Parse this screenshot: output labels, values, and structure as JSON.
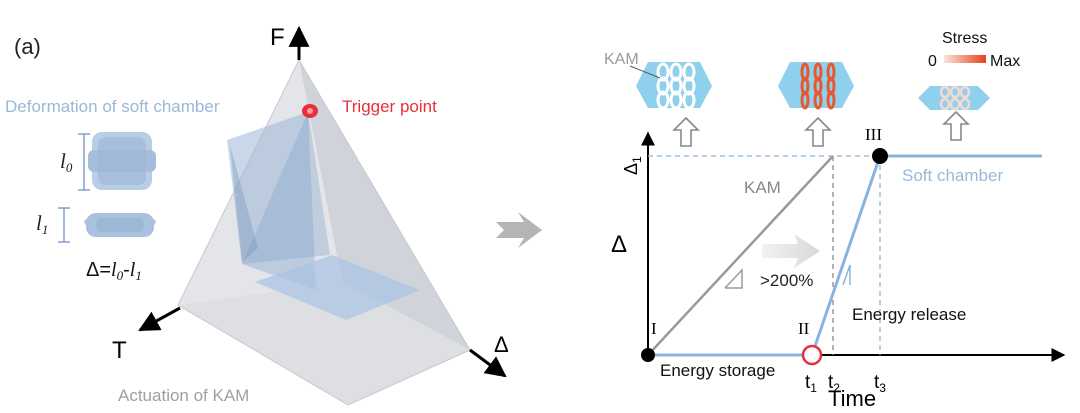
{
  "panel_label": "(a)",
  "left": {
    "deformation_label": "Deformation of soft chamber",
    "l0_label": "l",
    "l0_sub": "0",
    "l1_label": "l",
    "l1_sub": "1",
    "delta_eq_prefix": "Δ=",
    "delta_eq_l0": "l",
    "delta_eq_l0_sub": "0",
    "delta_eq_minus": "-",
    "delta_eq_l1": "l",
    "delta_eq_l1_sub": "1",
    "trigger_label": "Trigger point",
    "axis_F": "F",
    "axis_T": "T",
    "axis_delta": "Δ",
    "actuation_label": "Actuation of KAM"
  },
  "right": {
    "kam_label": "KAM",
    "stress_title": "Stress",
    "stress_min": "0",
    "stress_max": "Max",
    "y_axis": "Δ",
    "y_tick": "Δ",
    "y_tick_sub": "1",
    "x_axis": "Time",
    "t1": "t",
    "t1_sub": "1",
    "t2": "t",
    "t2_sub": "2",
    "t3": "t",
    "t3_sub": "3",
    "point_I": "I",
    "point_II": "II",
    "point_III": "III",
    "kam_curve_label": "KAM",
    "soft_chamber_label": "Soft chamber",
    "speedup_label": ">200%",
    "energy_release": "Energy release",
    "energy_storage": "Energy storage"
  },
  "colors": {
    "soft_blue": "#8ab4dd",
    "kam_gray": "#9a9a9a",
    "trigger_red": "#e8303a",
    "label_blue": "#9bb8d8",
    "pyramid_gray": "#d4d6dc"
  }
}
